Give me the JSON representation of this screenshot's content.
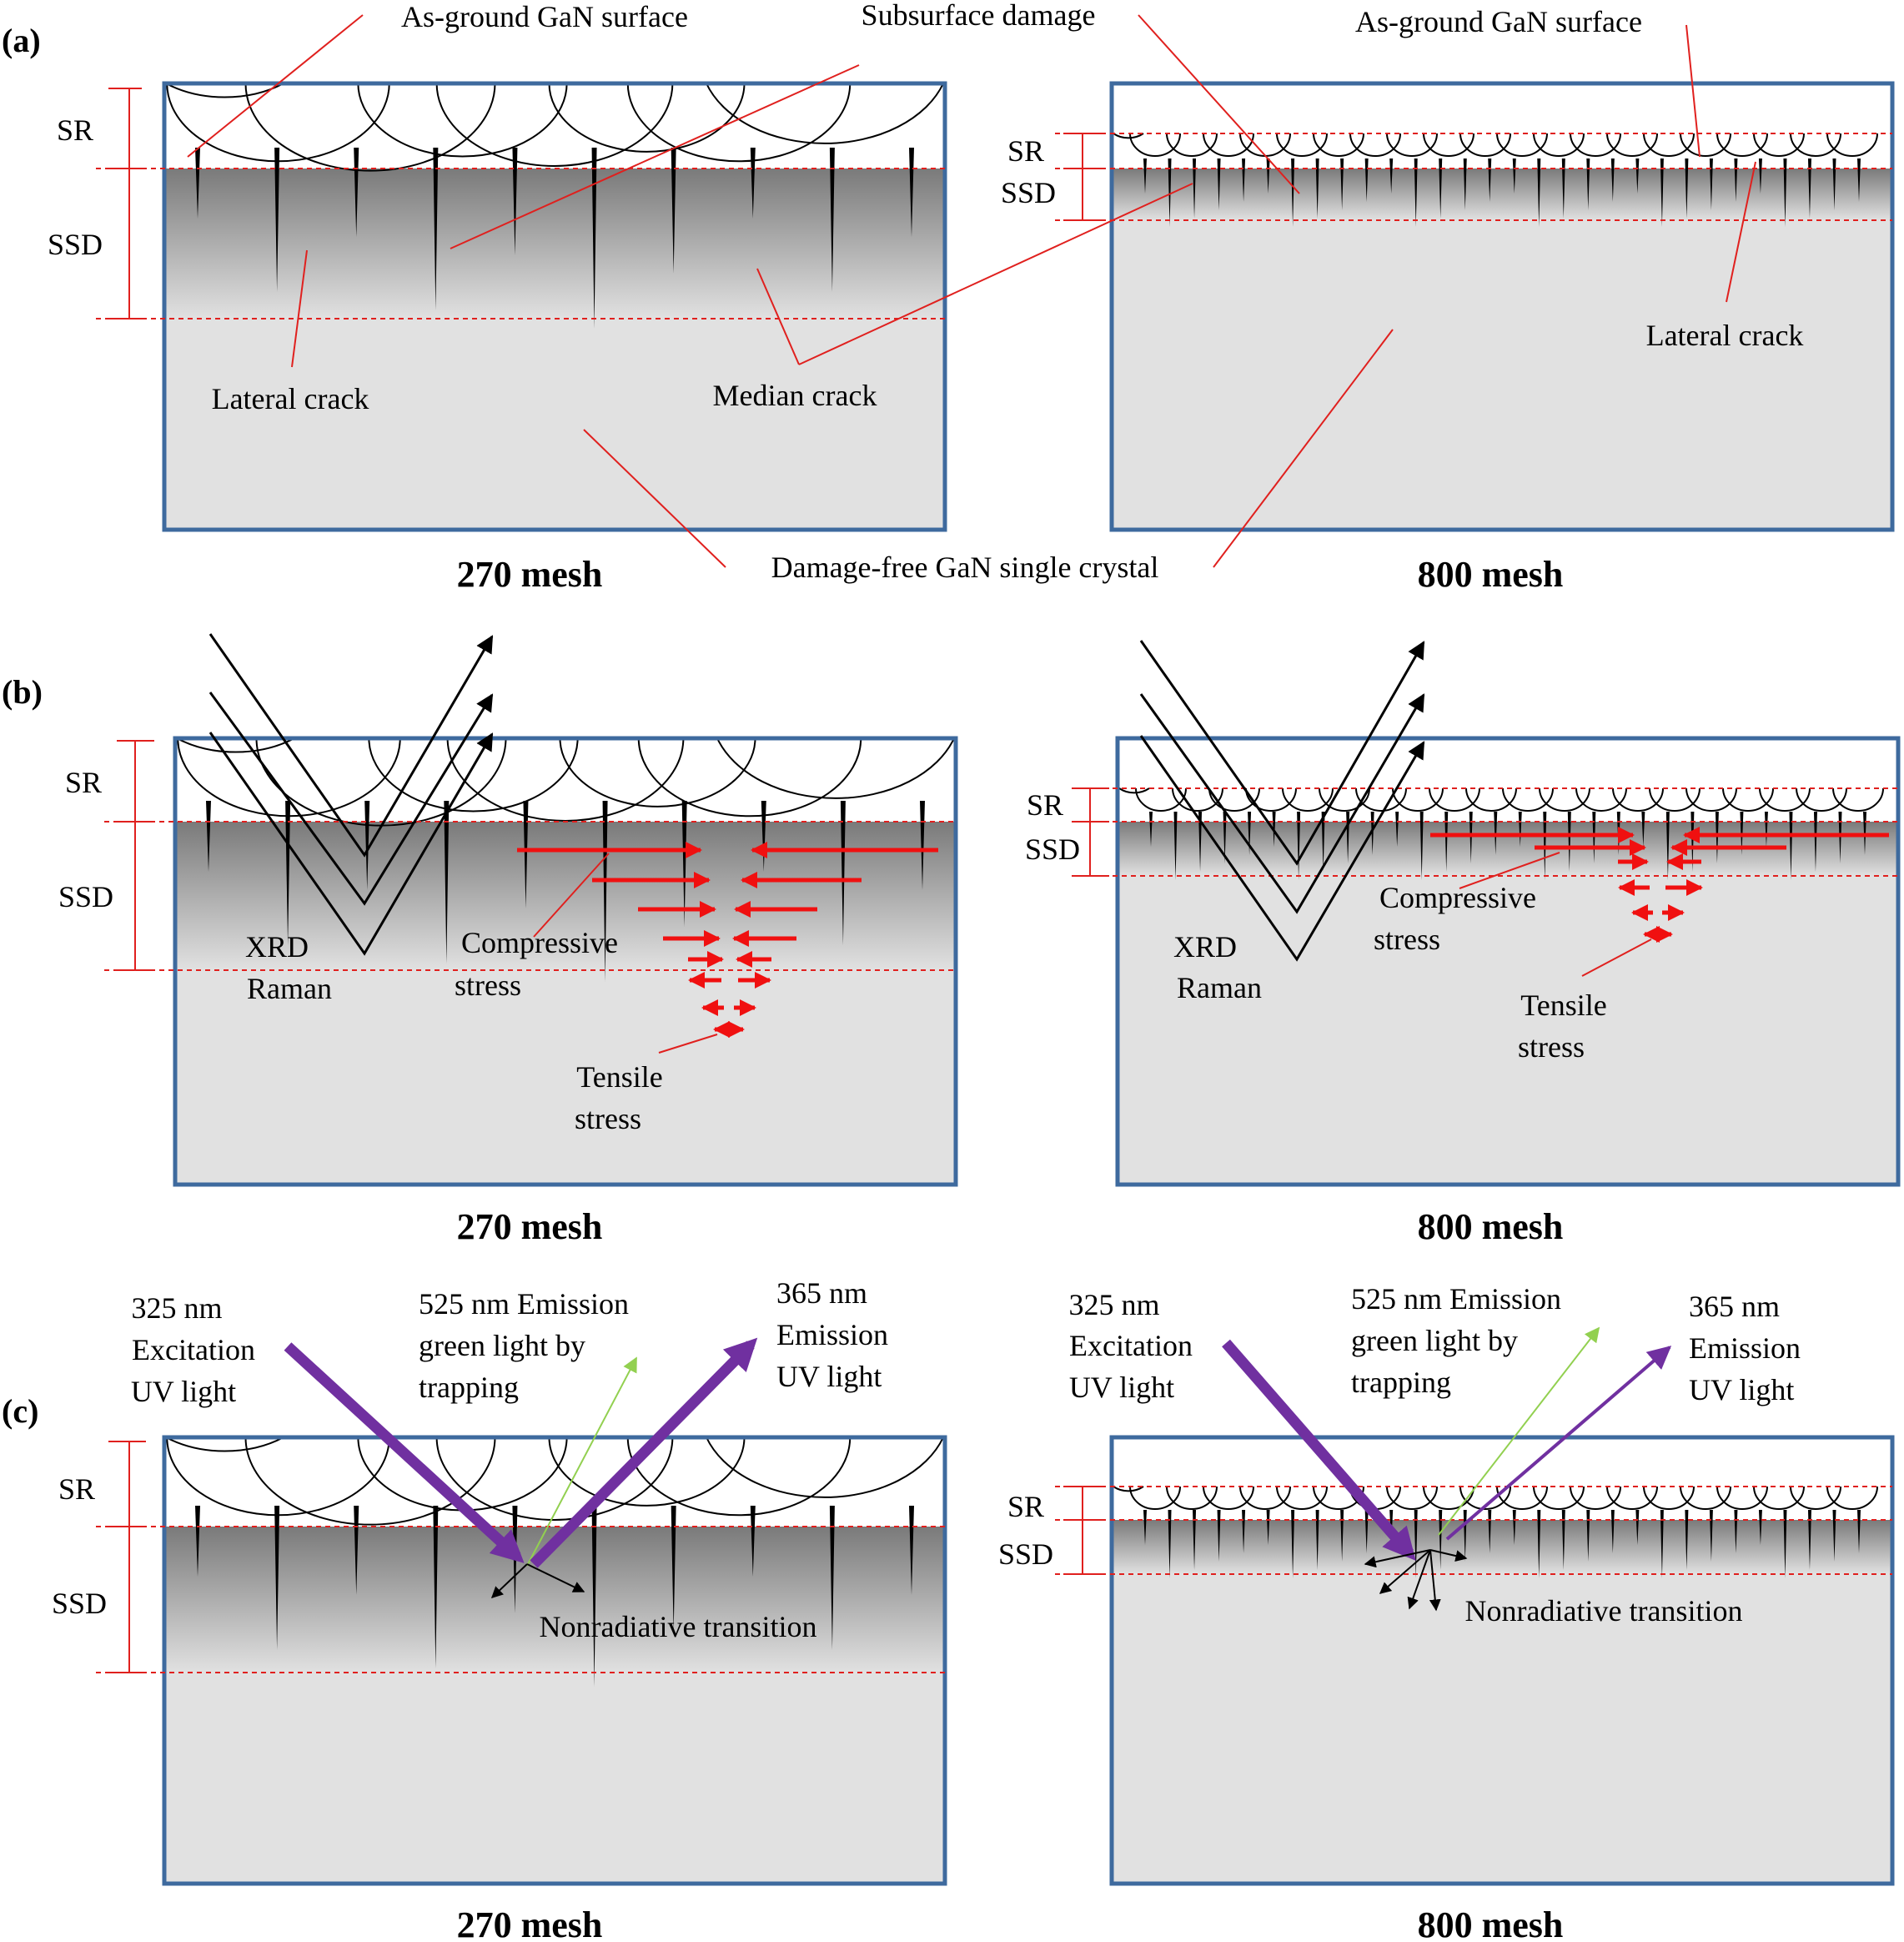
{
  "panel_a": {
    "tag": "(a)",
    "left": {
      "sr": "SR",
      "ssd": "SSD",
      "surface": "As-ground GaN surface",
      "lateral": "Lateral crack",
      "caption": "270 mesh"
    },
    "right": {
      "sr": "SR",
      "ssd": "SSD",
      "surface": "As-ground GaN surface",
      "lateral": "Lateral crack",
      "caption": "800 mesh"
    },
    "subsurface": "Subsurface damage",
    "median": "Median crack",
    "damage_free": "Damage-free GaN single crystal"
  },
  "panel_b": {
    "tag": "(b)",
    "left": {
      "sr": "SR",
      "ssd": "SSD",
      "xrd": "XRD",
      "raman": "Raman",
      "comp1": "Compressive",
      "comp2": "stress",
      "tens1": "Tensile",
      "tens2": "stress",
      "caption": "270 mesh"
    },
    "right": {
      "sr": "SR",
      "ssd": "SSD",
      "xrd": "XRD",
      "raman": "Raman",
      "comp1": "Compressive",
      "comp2": "stress",
      "tens1": "Tensile",
      "tens2": "stress",
      "caption": "800 mesh"
    }
  },
  "panel_c": {
    "tag": "(c)",
    "left": {
      "sr": "SR",
      "ssd": "SSD",
      "exc1": "325 nm",
      "exc2": "Excitation",
      "exc3": "UV light",
      "grn1": "525 nm Emission",
      "grn2": "green light by",
      "grn3": "trapping",
      "uv1": "365 nm",
      "uv2": "Emission",
      "uv3": "UV light",
      "nonrad": "Nonradiative transition",
      "caption": "270 mesh"
    },
    "right": {
      "sr": "SR",
      "ssd": "SSD",
      "exc1": "325 nm",
      "exc2": "Excitation",
      "exc3": "UV light",
      "grn1": "525 nm Emission",
      "grn2": "green light by",
      "grn3": "trapping",
      "uv1": "365 nm",
      "uv2": "Emission",
      "uv3": "UV light",
      "nonrad": "Nonradiative transition",
      "caption": "800 mesh"
    }
  },
  "colors": {
    "frame": "#3e6a9e",
    "leader": "#e0201e",
    "stress": "#f01010",
    "uv_light": "#7030a0",
    "green_light": "#92d050",
    "substrate": "#e1e1e1"
  }
}
